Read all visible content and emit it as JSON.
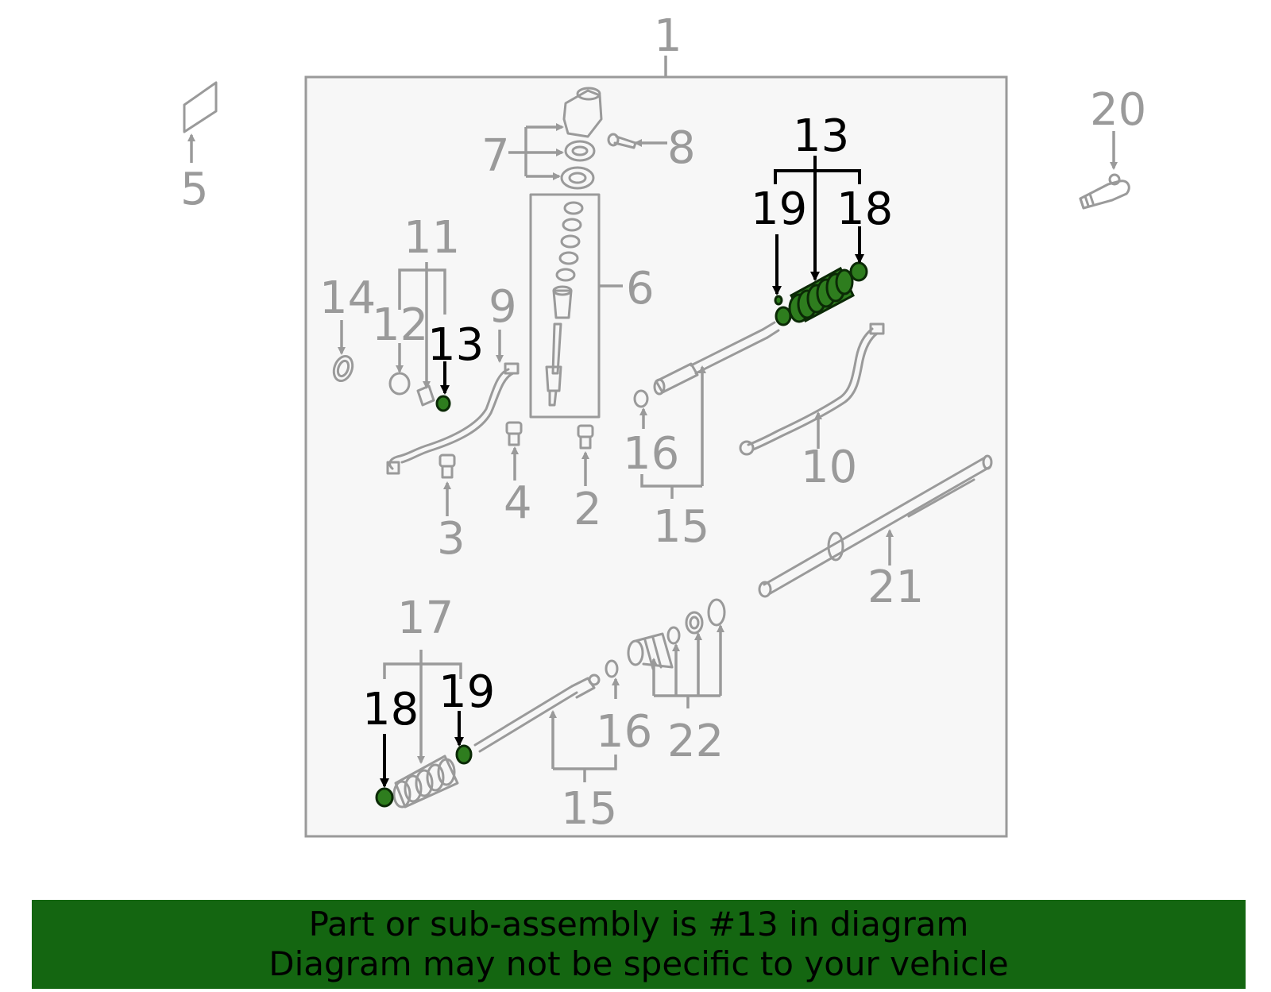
{
  "diagram": {
    "labels": {
      "l1": "1",
      "l2": "2",
      "l3": "3",
      "l4": "4",
      "l5": "5",
      "l6": "6",
      "l7": "7",
      "l8": "8",
      "l9": "9",
      "l10": "10",
      "l11": "11",
      "l12": "12",
      "l13a": "13",
      "l13b": "13",
      "l14": "14",
      "l15a": "15",
      "l15b": "15",
      "l16a": "16",
      "l16b": "16",
      "l17": "17",
      "l18a": "18",
      "l18b": "18",
      "l19a": "19",
      "l19b": "19",
      "l20": "20",
      "l21": "21",
      "l22": "22"
    },
    "highlighted_part": "13",
    "colors": {
      "part_line": "#9a9a9a",
      "highlight_fill": "#2e7d1e",
      "highlight_label": "#000000",
      "panel_bg": "#f7f7f7",
      "banner_bg": "#146611"
    }
  },
  "banner": {
    "line1": "Part or sub-assembly is #13 in diagram",
    "line2": "Diagram may not be specific to your vehicle"
  }
}
